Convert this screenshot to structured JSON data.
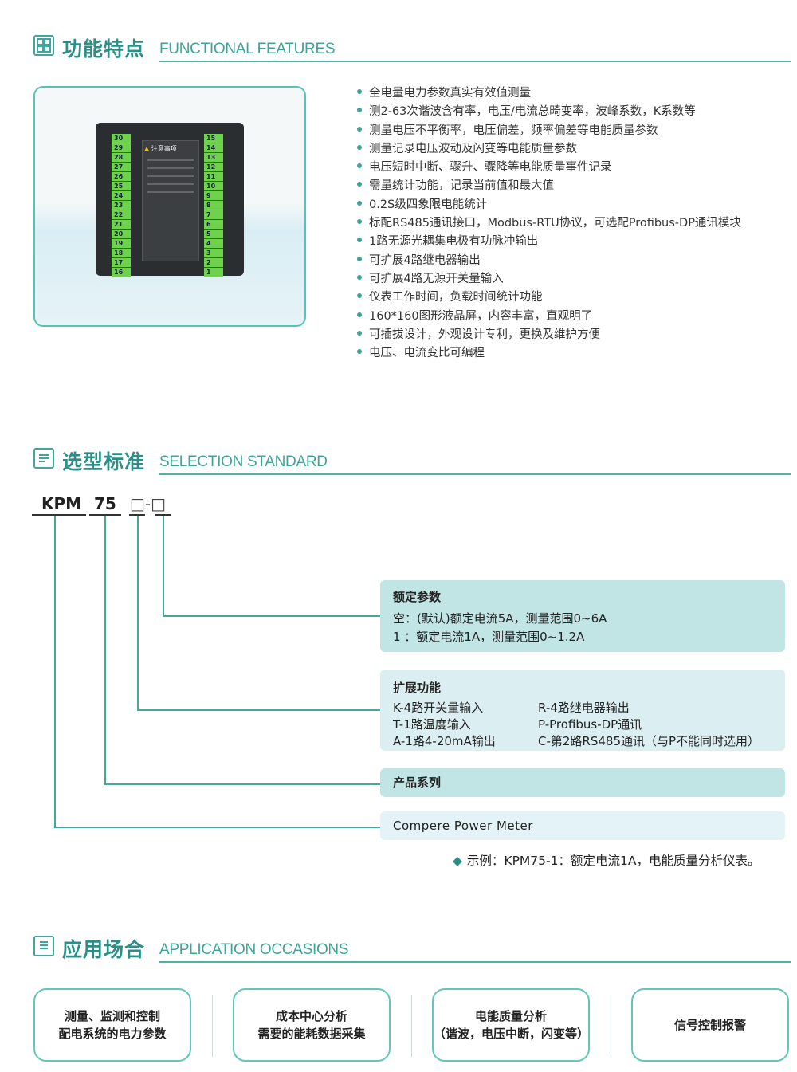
{
  "sections": {
    "features": {
      "title_cn": "功能特点",
      "title_en": "FUNCTIONAL FEATURES"
    },
    "selection": {
      "title_cn": "选型标准",
      "title_en": "SELECTION STANDARD"
    },
    "application": {
      "title_cn": "应用场合",
      "title_en": "APPLICATION OCCASIONS"
    }
  },
  "product_image": {
    "sticker_title": "注意事项",
    "left_terminals": [
      "30",
      "29",
      "28",
      "27",
      "26",
      "25",
      "24",
      "23",
      "22",
      "21",
      "20",
      "19",
      "18",
      "17",
      "16"
    ],
    "right_terminals": [
      "15",
      "14",
      "13",
      "12",
      "11",
      "10",
      "9",
      "8",
      "7",
      "6",
      "5",
      "4",
      "3",
      "2",
      "1"
    ]
  },
  "features": [
    "全电量电力参数真实有效值测量",
    "测2-63次谐波含有率，电压/电流总畸变率，波峰系数，K系数等",
    "测量电压不平衡率，电压偏差，频率偏差等电能质量参数",
    "测量记录电压波动及闪变等电能质量参数",
    "电压短时中断、骤升、骤降等电能质量事件记录",
    "需量统计功能，记录当前值和最大值",
    "0.2S级四象限电能统计",
    "标配RS485通讯接口，Modbus-RTU协议，可选配Profibus-DP通讯模块",
    "1路无源光耦集电极有功脉冲输出",
    "可扩展4路继电器输出",
    "可扩展4路无源开关量输入",
    "仪表工作时间，负载时间统计功能",
    "160*160图形液晶屏，内容丰富，直观明了",
    "可插拔设计，外观设计专利，更换及维护方便",
    "电压、电流变比可编程"
  ],
  "model_code": {
    "seg1": "KPM",
    "seg2": "75",
    "seg3": "□-□"
  },
  "rated": {
    "title": "额定参数",
    "line1": "空：(默认)额定电流5A，测量范围0~6A",
    "line2": "1  ：额定电流1A，测量范围0~1.2A"
  },
  "extension": {
    "title": "扩展功能",
    "left": [
      "K-4路开关量输入",
      "T-1路温度输入",
      "A-1路4-20mA输出"
    ],
    "right": [
      "R-4路继电器输出",
      "P-Profibus-DP通讯",
      "C-第2路RS485通讯（与P不能同时选用）"
    ]
  },
  "series": {
    "title": "产品系列"
  },
  "name": {
    "text": "Compere  Power  Meter"
  },
  "example": "示例：KPM75-1：额定电流1A，电能质量分析仪表。",
  "occasions": [
    {
      "line1": "测量、监测和控制",
      "line2": "配电系统的电力参数"
    },
    {
      "line1": "成本中心分析",
      "line2": "需要的能耗数据采集"
    },
    {
      "line1": "电能质量分析",
      "line2": "（谐波，电压中断，闪变等）"
    },
    {
      "line1": "信号控制报警",
      "line2": ""
    }
  ],
  "colors": {
    "accent": "#3fa39a",
    "box_dark": "#c1e4e4",
    "box_light": "#dbeff2",
    "terminal": "#6fd24c"
  }
}
